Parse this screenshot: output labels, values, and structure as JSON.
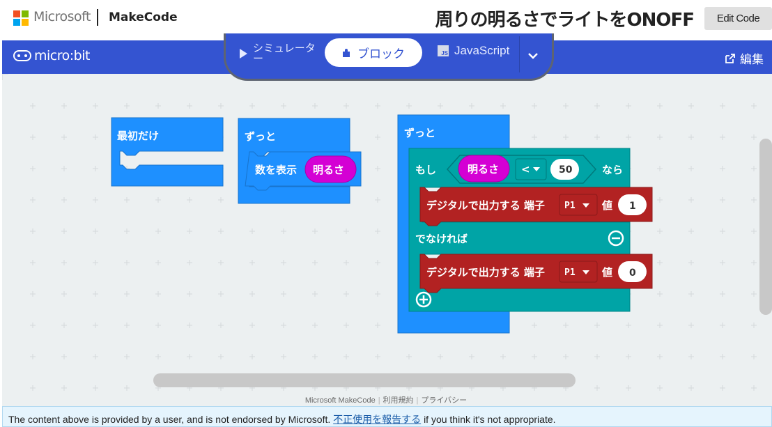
{
  "topbar": {
    "microsoft_label": "Microsoft",
    "makecode_label": "MakeCode",
    "project_title": "周りの明るさでライトをONOFF",
    "edit_code_label": "Edit Code"
  },
  "header": {
    "logo_label": "micro:bit",
    "edit_label": "編集",
    "tabs": {
      "simulator_label": "シミュレーター",
      "blocks_label": "ブロック",
      "javascript_label": "JavaScript",
      "js_badge": "JS"
    }
  },
  "blocks": {
    "on_start": {
      "label": "最初だけ"
    },
    "forever1": {
      "label": "ずっと",
      "show_number": "数を表示",
      "light_level": "明るさ"
    },
    "forever2": {
      "label": "ずっと",
      "if_label": "もし",
      "light_level": "明るさ",
      "operator": "<",
      "compare_value": "50",
      "then_label": "なら",
      "write1": {
        "label": "デジタルで出力する 端子",
        "pin": "P1",
        "value_label": "値",
        "value": "1"
      },
      "else_label": "でなければ",
      "write2": {
        "label": "デジタルで出力する 端子",
        "pin": "P1",
        "value_label": "値",
        "value": "0"
      }
    }
  },
  "footer": {
    "brand": "Microsoft MakeCode",
    "terms": "利用規約",
    "privacy": "プライバシー"
  },
  "disclaimer": {
    "text_before": "The content above is provided by a user, and is not endorsed by Microsoft.",
    "report_link": "不正使用を報告する",
    "text_after": "if you think it's not appropriate."
  },
  "colors": {
    "header_blue": "#3454d1",
    "event_blue": "#1e90ff",
    "logic_teal": "#00a4a6",
    "pins_red": "#b22222",
    "input_magenta": "#d400d4",
    "workspace": "#ecf0f1"
  }
}
